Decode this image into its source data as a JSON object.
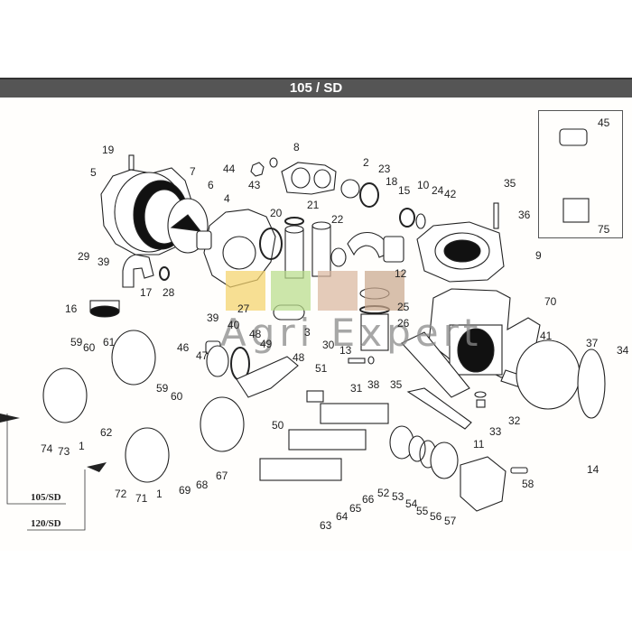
{
  "header": {
    "title": "105 / SD"
  },
  "variants": {
    "a": "105/SD",
    "b": "120/SD"
  },
  "watermark": {
    "text": "Agri Expert",
    "colors": [
      "#f4d36b",
      "#b9dc8a",
      "#d9b7a0",
      "#c9a88e"
    ]
  },
  "colors": {
    "header_bg": "#555555",
    "header_text": "#ffffff",
    "line": "#222222"
  },
  "labels": {
    "l19": "19",
    "l5": "5",
    "l7": "7",
    "l6": "6",
    "l44": "44",
    "l43": "43",
    "l8": "8",
    "l2": "2",
    "l23": "23",
    "l4": "4",
    "l20": "20",
    "l21": "21",
    "l22": "22",
    "l18": "18",
    "l15": "15",
    "l10": "10",
    "l24": "24",
    "l42": "42",
    "l35a": "35",
    "l36": "36",
    "l9": "9",
    "l45": "45",
    "l75": "75",
    "l29": "29",
    "l39a": "39",
    "l17": "17",
    "l28": "28",
    "l16": "16",
    "l39b": "39",
    "l40": "40",
    "l27": "27",
    "l12": "12",
    "l25": "25",
    "l26": "26",
    "l3": "3",
    "l30": "30",
    "l13": "13",
    "l70": "70",
    "l41": "41",
    "l37": "37",
    "l34": "34",
    "l59a": "59",
    "l60a": "60",
    "l61": "61",
    "l46": "46",
    "l47": "47",
    "l48a": "48",
    "l49": "49",
    "l48b": "48",
    "l51": "51",
    "l31": "31",
    "l38": "38",
    "l35b": "35",
    "l33": "33",
    "l32": "32",
    "l11": "11",
    "l14": "14",
    "l74": "74",
    "l73": "73",
    "l1a": "1",
    "l62": "62",
    "l59b": "59",
    "l60b": "60",
    "l50": "50",
    "l72": "72",
    "l71": "71",
    "l1b": "1",
    "l69": "69",
    "l68": "68",
    "l67": "67",
    "l63": "63",
    "l64": "64",
    "l65": "65",
    "l66": "66",
    "l52": "52",
    "l53": "53",
    "l54": "54",
    "l55": "55",
    "l56": "56",
    "l57": "57",
    "l58": "58"
  }
}
